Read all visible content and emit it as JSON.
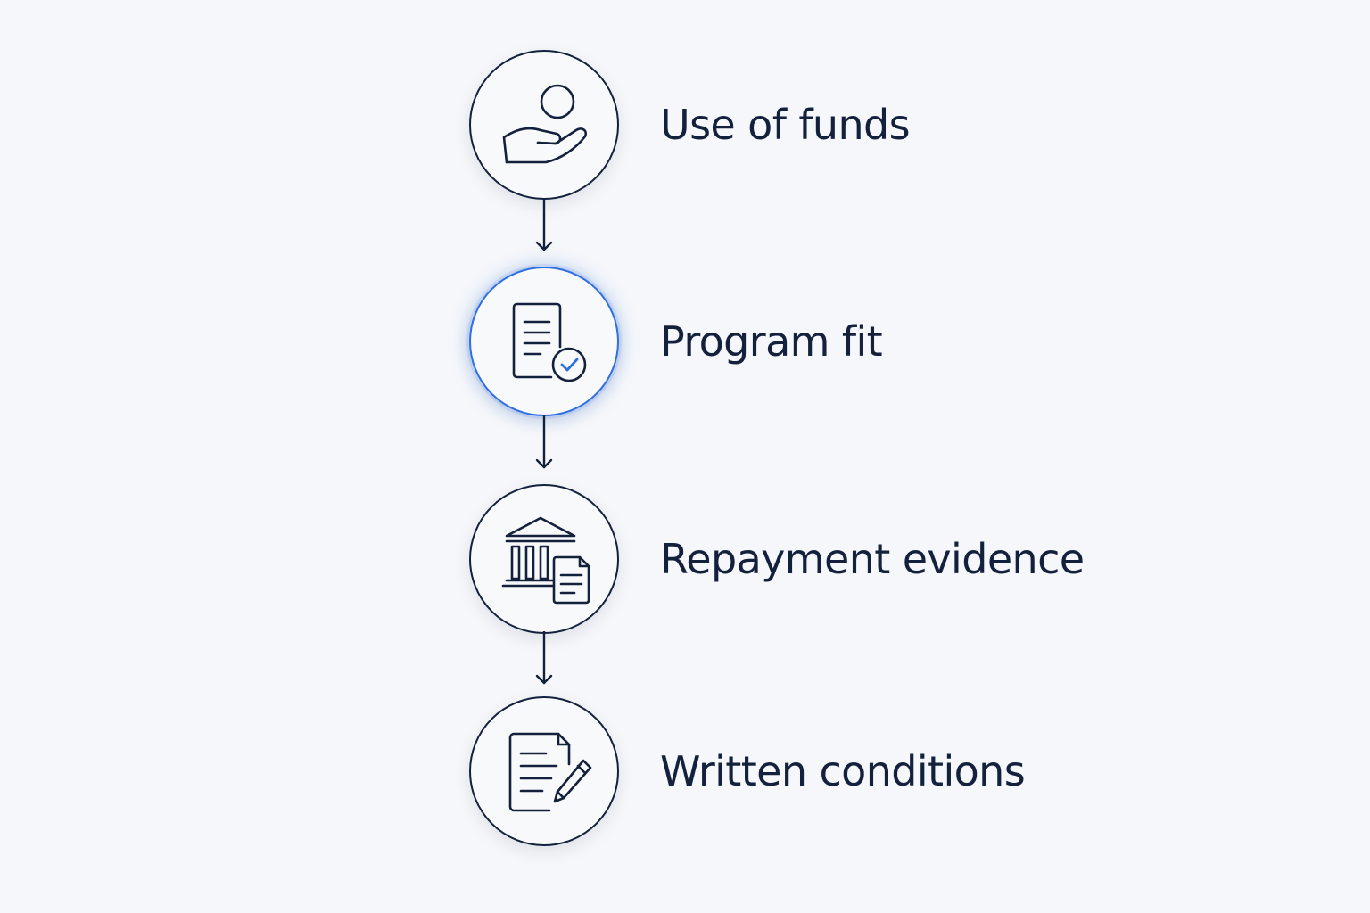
{
  "steps": [
    {
      "label": "Use of funds",
      "icon": "hand-holding-coin-icon",
      "active": false
    },
    {
      "label": "Program fit",
      "icon": "document-check-icon",
      "active": true
    },
    {
      "label": "Repayment evidence",
      "icon": "bank-document-icon",
      "active": false
    },
    {
      "label": "Written conditions",
      "icon": "document-pen-icon",
      "active": false
    }
  ],
  "colors": {
    "ink": "#14213d",
    "accent": "#2f6fe0",
    "background": "#f5f7fa"
  }
}
